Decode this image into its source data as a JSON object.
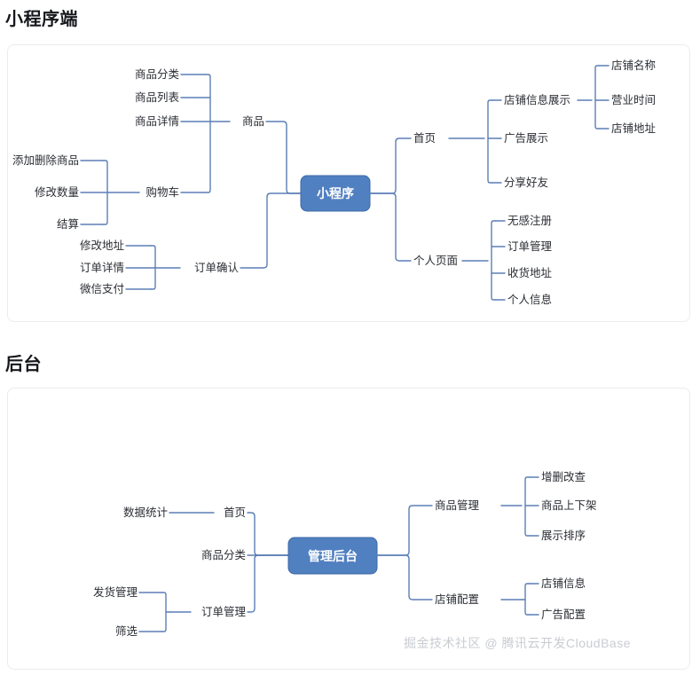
{
  "page": {
    "background": "#ffffff",
    "accent": "#5180c1",
    "connector_color": "#5b7fb5",
    "watermark": "掘金技术社区 @ 腾讯云开发CloudBase"
  },
  "sections": [
    {
      "id": "miniprogram",
      "title": "小程序端",
      "map": {
        "root": "小程序",
        "left_branches": [
          {
            "label": "商品",
            "children": [
              "商品分类",
              "商品列表",
              "商品详情",
              "购物车"
            ],
            "grandchildren": {
              "购物车": [
                "添加删除商品",
                "修改数量",
                "结算"
              ]
            }
          },
          {
            "label": "订单确认",
            "children": [
              "修改地址",
              "订单详情",
              "微信支付"
            ],
            "grandchildren": {}
          }
        ],
        "right_branches": [
          {
            "label": "首页",
            "children": [
              "店铺信息展示",
              "广告展示",
              "分享好友"
            ],
            "grandchildren": {
              "店铺信息展示": [
                "店铺名称",
                "营业时间",
                "店铺地址"
              ]
            }
          },
          {
            "label": "个人页面",
            "children": [
              "无感注册",
              "订单管理",
              "收货地址",
              "个人信息"
            ],
            "grandchildren": {}
          }
        ]
      }
    },
    {
      "id": "admin",
      "title": "后台",
      "map": {
        "root": "管理后台",
        "left_branches": [
          {
            "label": "首页",
            "children": [
              "数据统计"
            ],
            "grandchildren": {}
          },
          {
            "label": "商品分类",
            "children": [],
            "grandchildren": {}
          },
          {
            "label": "订单管理",
            "children": [
              "发货管理",
              "筛选"
            ],
            "grandchildren": {}
          }
        ],
        "right_branches": [
          {
            "label": "商品管理",
            "children": [
              "增删改查",
              "商品上下架",
              "展示排序"
            ],
            "grandchildren": {}
          },
          {
            "label": "店铺配置",
            "children": [
              "店铺信息",
              "广告配置"
            ],
            "grandchildren": {}
          }
        ]
      }
    }
  ]
}
